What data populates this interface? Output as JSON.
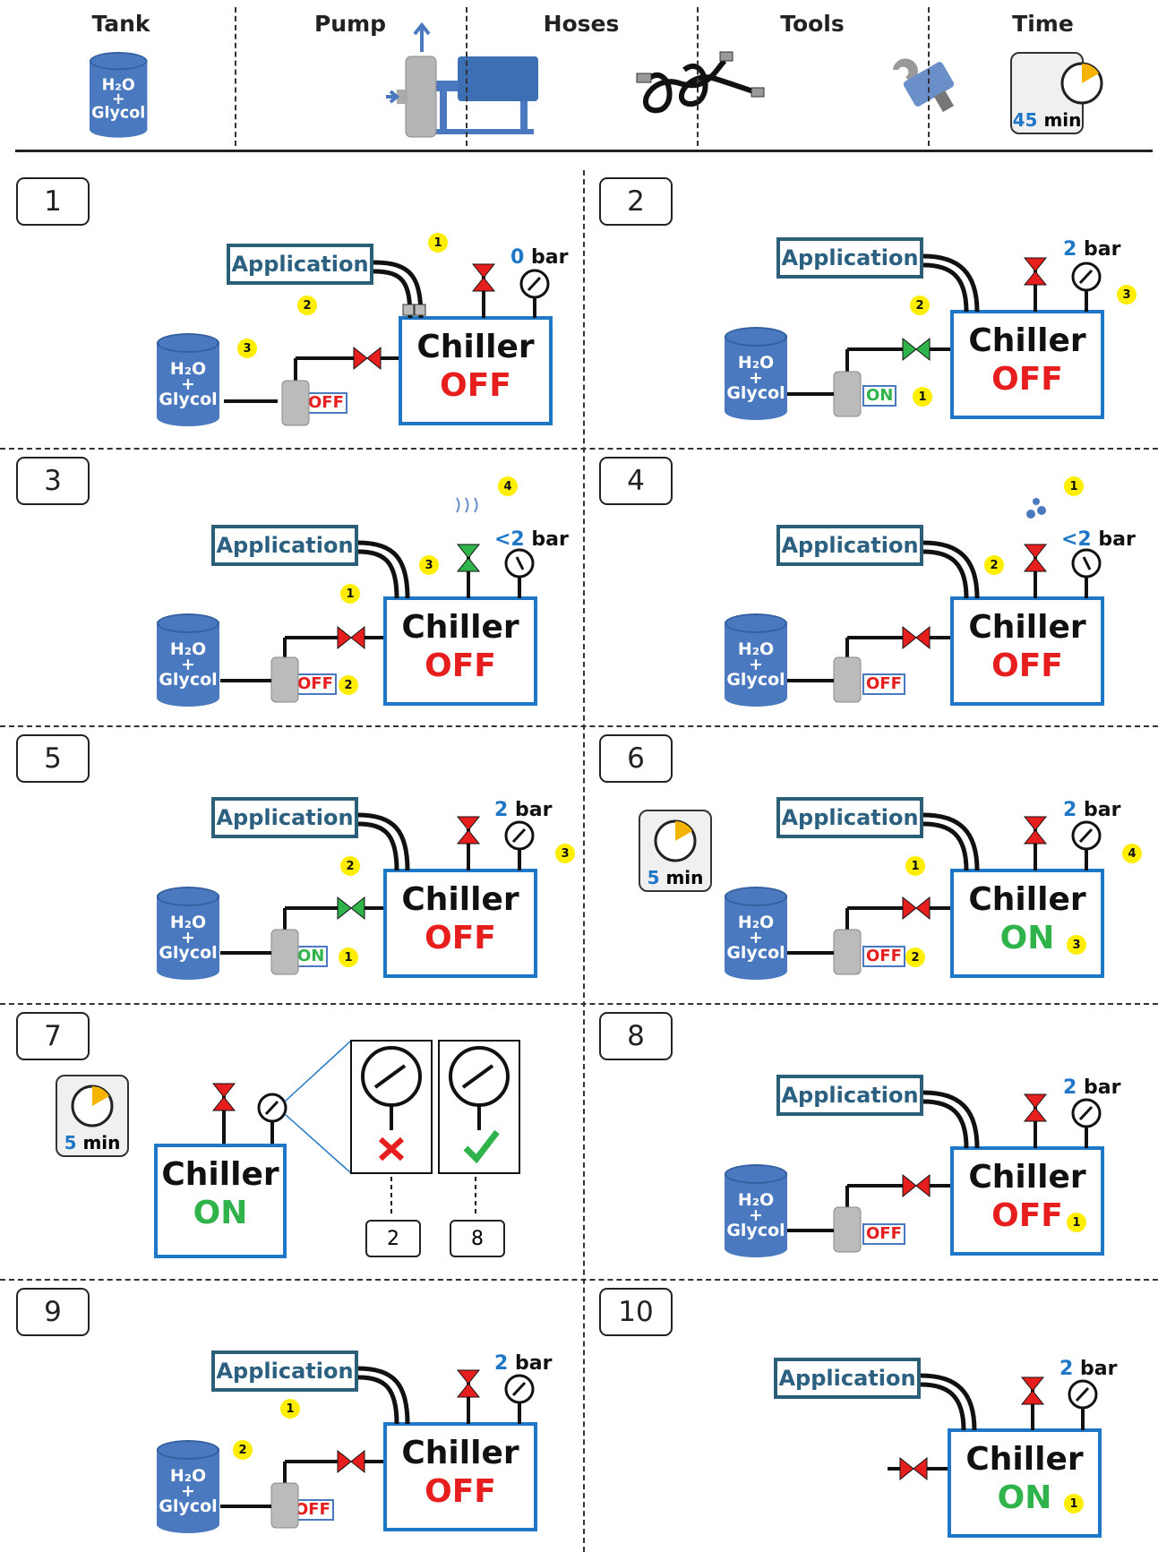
{
  "header": {
    "columns": [
      {
        "label": "Tank",
        "icon": "tank-icon",
        "tank_label": "H₂O\n+\nGlycol"
      },
      {
        "label": "Pump",
        "icon": "pump-icon"
      },
      {
        "label": "Hoses",
        "icon": "hoses-icon"
      },
      {
        "label": "Tools",
        "icon": "wrench-icon"
      },
      {
        "label": "Time",
        "icon": "timer-icon",
        "time_value": "45",
        "time_unit": "min"
      }
    ]
  },
  "labels": {
    "application": "Application",
    "chiller": "Chiller",
    "off": "OFF",
    "on": "ON",
    "bar_unit": "bar",
    "tank_h2o": "H₂O",
    "tank_plus": "+",
    "tank_glycol": "Glycol",
    "min_unit": "min"
  },
  "steps": [
    {
      "number": "1",
      "pressure": "0",
      "chiller_state": "OFF",
      "pump_state": "OFF",
      "badges": [
        "1",
        "2",
        "3"
      ]
    },
    {
      "number": "2",
      "pressure": "2",
      "chiller_state": "OFF",
      "pump_state": "ON",
      "badges": [
        "1",
        "2",
        "3"
      ]
    },
    {
      "number": "3",
      "pressure": "<2",
      "chiller_state": "OFF",
      "pump_state": "OFF",
      "badges": [
        "1",
        "2",
        "3",
        "4"
      ]
    },
    {
      "number": "4",
      "pressure": "<2",
      "chiller_state": "OFF",
      "pump_state": "OFF",
      "badges": [
        "1",
        "2"
      ]
    },
    {
      "number": "5",
      "pressure": "2",
      "chiller_state": "OFF",
      "pump_state": "ON",
      "badges": [
        "1",
        "2",
        "3"
      ]
    },
    {
      "number": "6",
      "pressure": "2",
      "chiller_state": "ON",
      "pump_state": "OFF",
      "timer": "5",
      "badges": [
        "1",
        "2",
        "3",
        "4"
      ]
    },
    {
      "number": "7",
      "chiller_state": "ON",
      "timer": "5",
      "fail_goto": "2",
      "pass_goto": "8"
    },
    {
      "number": "8",
      "pressure": "2",
      "chiller_state": "OFF",
      "pump_state": "OFF",
      "badges": [
        "1"
      ]
    },
    {
      "number": "9",
      "pressure": "2",
      "chiller_state": "OFF",
      "pump_state": "OFF",
      "badges": [
        "1",
        "2"
      ]
    },
    {
      "number": "10",
      "pressure": "2",
      "chiller_state": "ON",
      "badges": [
        "1"
      ]
    }
  ],
  "colors": {
    "chiller_border": "#1f77c8",
    "tank": "#4a79c0",
    "off": "#e61e1e",
    "on": "#2fb34a",
    "badge": "#ffee00",
    "app_border": "#2b5f78"
  }
}
